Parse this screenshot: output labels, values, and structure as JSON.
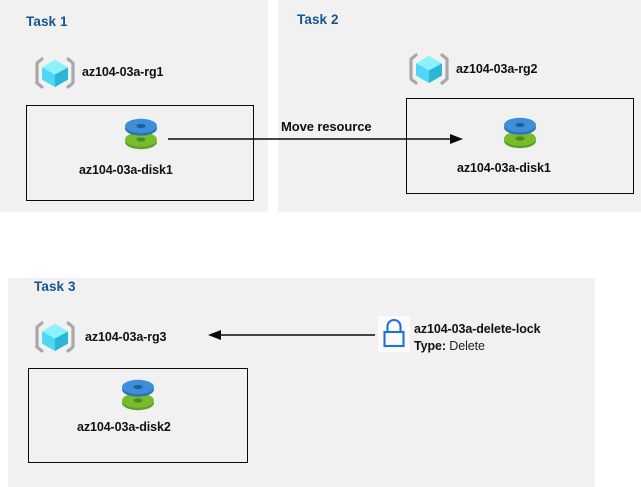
{
  "diagram": {
    "title": "Azure resource group tasks diagram",
    "background_color": "#ffffff",
    "panel_color": "#f1f1f1",
    "heading_color": "#16558f",
    "line_color": "#0a0a0a",
    "lock_color": "#1f6fe0",
    "disk_top_color": "#3c8fd8",
    "disk_bottom_color": "#73b62a",
    "rg_cube_color": "#4fd8f5",
    "rg_bracket_color": "#a8a8a8"
  },
  "panels": [
    {
      "id": "task1",
      "title": "Task 1"
    },
    {
      "id": "task2",
      "title": "Task 2"
    },
    {
      "id": "task3",
      "title": "Task 3"
    }
  ],
  "task1": {
    "title": "Task 1",
    "resource_group": {
      "icon": "resource-group-icon",
      "label": "az104-03a-rg1"
    },
    "disk": {
      "icon": "managed-disk-icon",
      "label": "az104-03a-disk1"
    }
  },
  "task2": {
    "title": "Task 2",
    "resource_group": {
      "icon": "resource-group-icon",
      "label": "az104-03a-rg2"
    },
    "disk": {
      "icon": "managed-disk-icon",
      "label": "az104-03a-disk1"
    }
  },
  "task3": {
    "title": "Task 3",
    "resource_group": {
      "icon": "resource-group-icon",
      "label": "az104-03a-rg3"
    },
    "disk": {
      "icon": "managed-disk-icon",
      "label": "az104-03a-disk2"
    },
    "lock": {
      "icon": "lock-icon",
      "label": "az104-03a-delete-lock",
      "type_key": "Type:",
      "type_value": "Delete"
    }
  },
  "connectors": [
    {
      "id": "move-resource",
      "label": "Move resource",
      "direction": "right",
      "from": "az104-03a-disk1",
      "to": "az104-03a-disk1"
    },
    {
      "id": "lock-applies-to-rg3",
      "label": "",
      "direction": "left",
      "from": "az104-03a-delete-lock",
      "to": "az104-03a-rg3"
    }
  ]
}
